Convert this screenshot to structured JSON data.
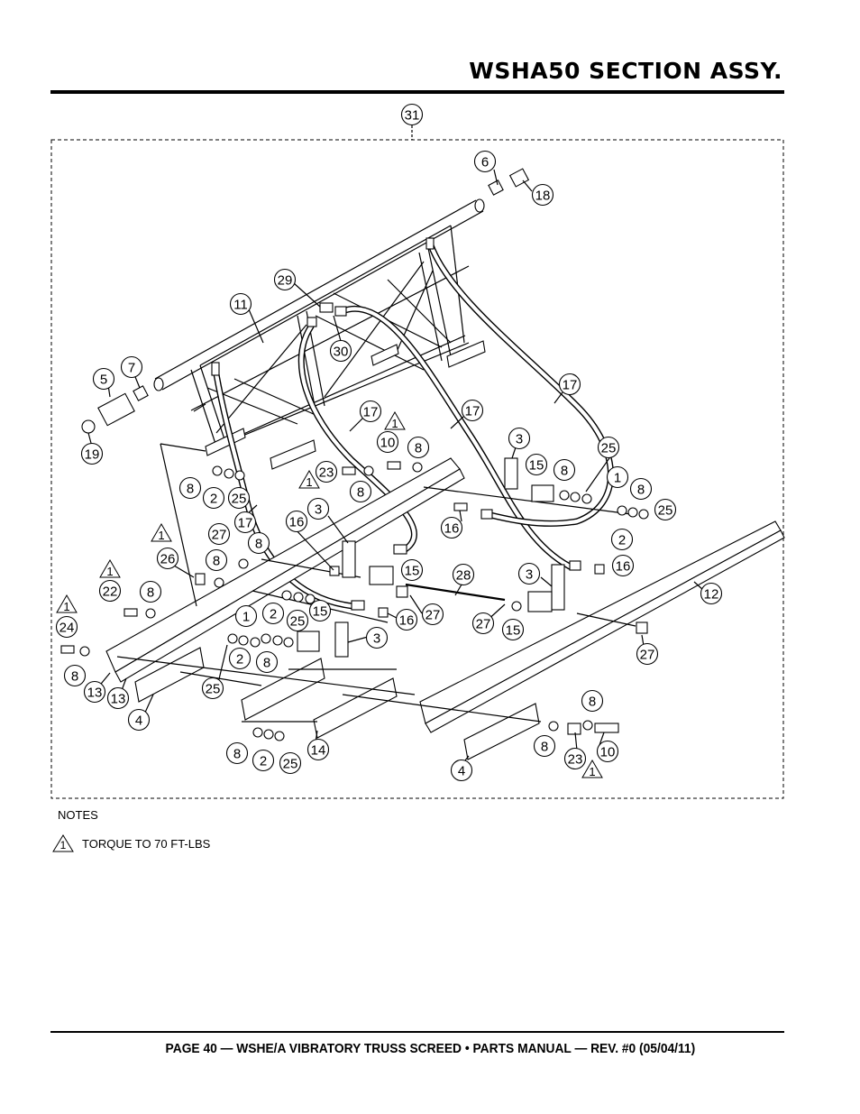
{
  "header": {
    "title": "WSHA50 SECTION ASSY."
  },
  "notes": {
    "heading": "NOTES",
    "items": [
      {
        "marker": "1",
        "text": "TORQUE TO 70 FT-LBS"
      }
    ]
  },
  "footer": {
    "text": "PAGE 40 — WSHE/A VIBRATORY TRUSS SCREED • PARTS MANUAL — REV. #0 (05/04/11)"
  },
  "callouts": {
    "c31": "31",
    "c6": "6",
    "c18": "18",
    "c29": "29",
    "c11": "11",
    "c30": "30",
    "c5": "5",
    "c7": "7",
    "c19": "19",
    "c17a": "17",
    "c17b": "17",
    "c17c": "17",
    "c17d": "17",
    "c10a": "10",
    "c8a": "8",
    "c3a": "3",
    "c15a": "15",
    "c8b": "8",
    "c25a": "25",
    "c1a": "1",
    "c8c": "8",
    "c25b": "25",
    "c2a": "2",
    "c16a": "16",
    "c23a": "23",
    "c8d": "8",
    "c8e": "8",
    "c2b": "2",
    "c25c": "25",
    "c27a": "27",
    "c8f": "8",
    "c16b": "16",
    "c3b": "3",
    "c26": "26",
    "c8g": "8",
    "c15b": "15",
    "c28": "28",
    "c3c": "3",
    "c16c": "16",
    "c22": "22",
    "c8h": "8",
    "c1b": "1",
    "c2c": "2",
    "c25d": "25",
    "c15c": "15",
    "c16d": "16",
    "c27b": "27",
    "c27c": "27",
    "c15d": "15",
    "c12": "12",
    "c24": "24",
    "c3d": "3",
    "c2d": "2",
    "c8i": "8",
    "c27d": "27",
    "c8j": "8",
    "c13a": "13",
    "c13b": "13",
    "c25e": "25",
    "c4a": "4",
    "c8k": "8",
    "c8l": "8",
    "c23b": "23",
    "c10b": "10",
    "c8m": "8",
    "c2e": "2",
    "c25f": "25",
    "c14": "14",
    "c4b": "4"
  },
  "torque_marks": {
    "t1": "1",
    "t2": "1",
    "t3": "1",
    "t4": "1",
    "t5": "1",
    "t6": "1"
  }
}
